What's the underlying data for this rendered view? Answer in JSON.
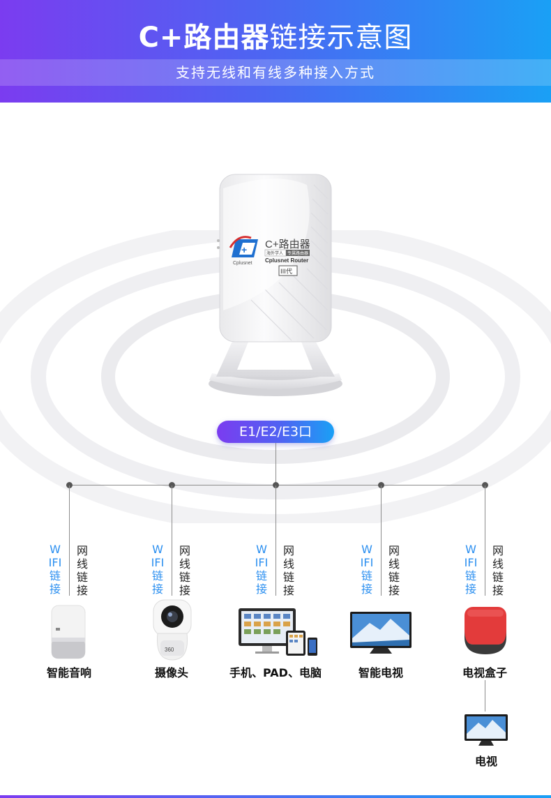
{
  "header": {
    "title_bold": "C+路由器",
    "title_rest": "链接示意图",
    "subtitle": "支持无线和有线多种接入方式"
  },
  "router": {
    "logo_text": "Cplusnet",
    "brand_cn": "C+路由器",
    "tag_left": "海外学人",
    "tag_right": "专属路由器",
    "brand_en": "Cplusnet Router",
    "generation": "III代"
  },
  "port_label": "E1/E2/E3口",
  "branches": [
    {
      "wifi": "WIFI链接",
      "wired": "网线链接",
      "device": "智能音响",
      "icon": "speaker-icon"
    },
    {
      "wifi": "WIFI链接",
      "wired": "网线链接",
      "device": "摄像头",
      "icon": "camera-icon"
    },
    {
      "wifi": "WIFI链接",
      "wired": "网线链接",
      "device": "手机、PAD、电脑",
      "icon": "devices-icon"
    },
    {
      "wifi": "WIFI链接",
      "wired": "网线链接",
      "device": "智能电视",
      "icon": "smart-tv-icon"
    },
    {
      "wifi": "WIFI链接",
      "wired": "网线链接",
      "device": "电视盒子",
      "icon": "tv-box-icon"
    }
  ],
  "tv": {
    "label": "电视",
    "icon": "tv-icon"
  },
  "colors": {
    "accent_purple": "#7b3cf0",
    "accent_blue": "#1aa0f5",
    "wifi_text": "#2b8ff0"
  }
}
